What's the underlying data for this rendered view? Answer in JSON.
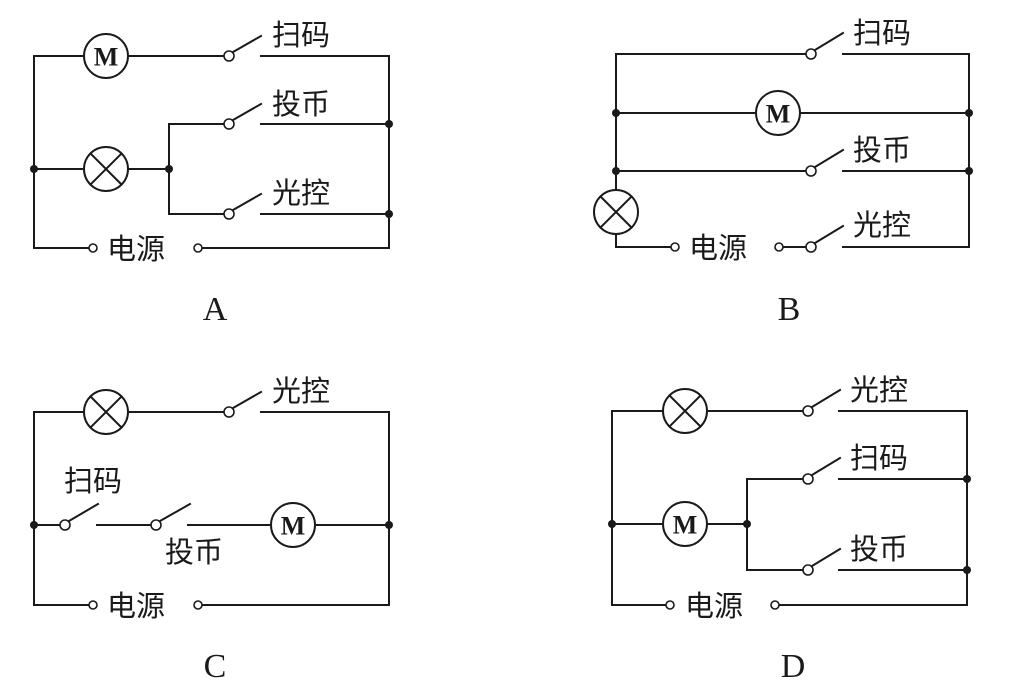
{
  "figure": {
    "description": "Four candidate circuit diagrams for a machine with scan-code, coin and light-control switches, a motor and a lamp",
    "options": [
      {
        "label": "A",
        "labels": {
          "scan": "扫码",
          "coin": "投币",
          "light": "光控",
          "power": "电源",
          "motor": "M"
        },
        "topology": "Motor in series with 扫码 switch; lamp in series with (投币 ∥ 光控); both branches in parallel across 电源"
      },
      {
        "label": "B",
        "labels": {
          "scan": "扫码",
          "coin": "投币",
          "light": "光控",
          "power": "电源",
          "motor": "M"
        },
        "topology": "扫码 switch, motor and 投币 switch in parallel; this group in series with lamp and 光控 switch across 电源"
      },
      {
        "label": "C",
        "labels": {
          "scan": "扫码",
          "coin": "投币",
          "light": "光控",
          "power": "电源",
          "motor": "M"
        },
        "topology": "Lamp in series with 光控 switch; motor in series with 扫码 and 投币 switches; both branches in parallel across 电源"
      },
      {
        "label": "D",
        "labels": {
          "scan": "扫码",
          "coin": "投币",
          "light": "光控",
          "power": "电源",
          "motor": "M"
        },
        "topology": "Lamp in series with 光控 switch; motor in series with (扫码 ∥ 投币); both branches in parallel across 电源"
      }
    ]
  }
}
